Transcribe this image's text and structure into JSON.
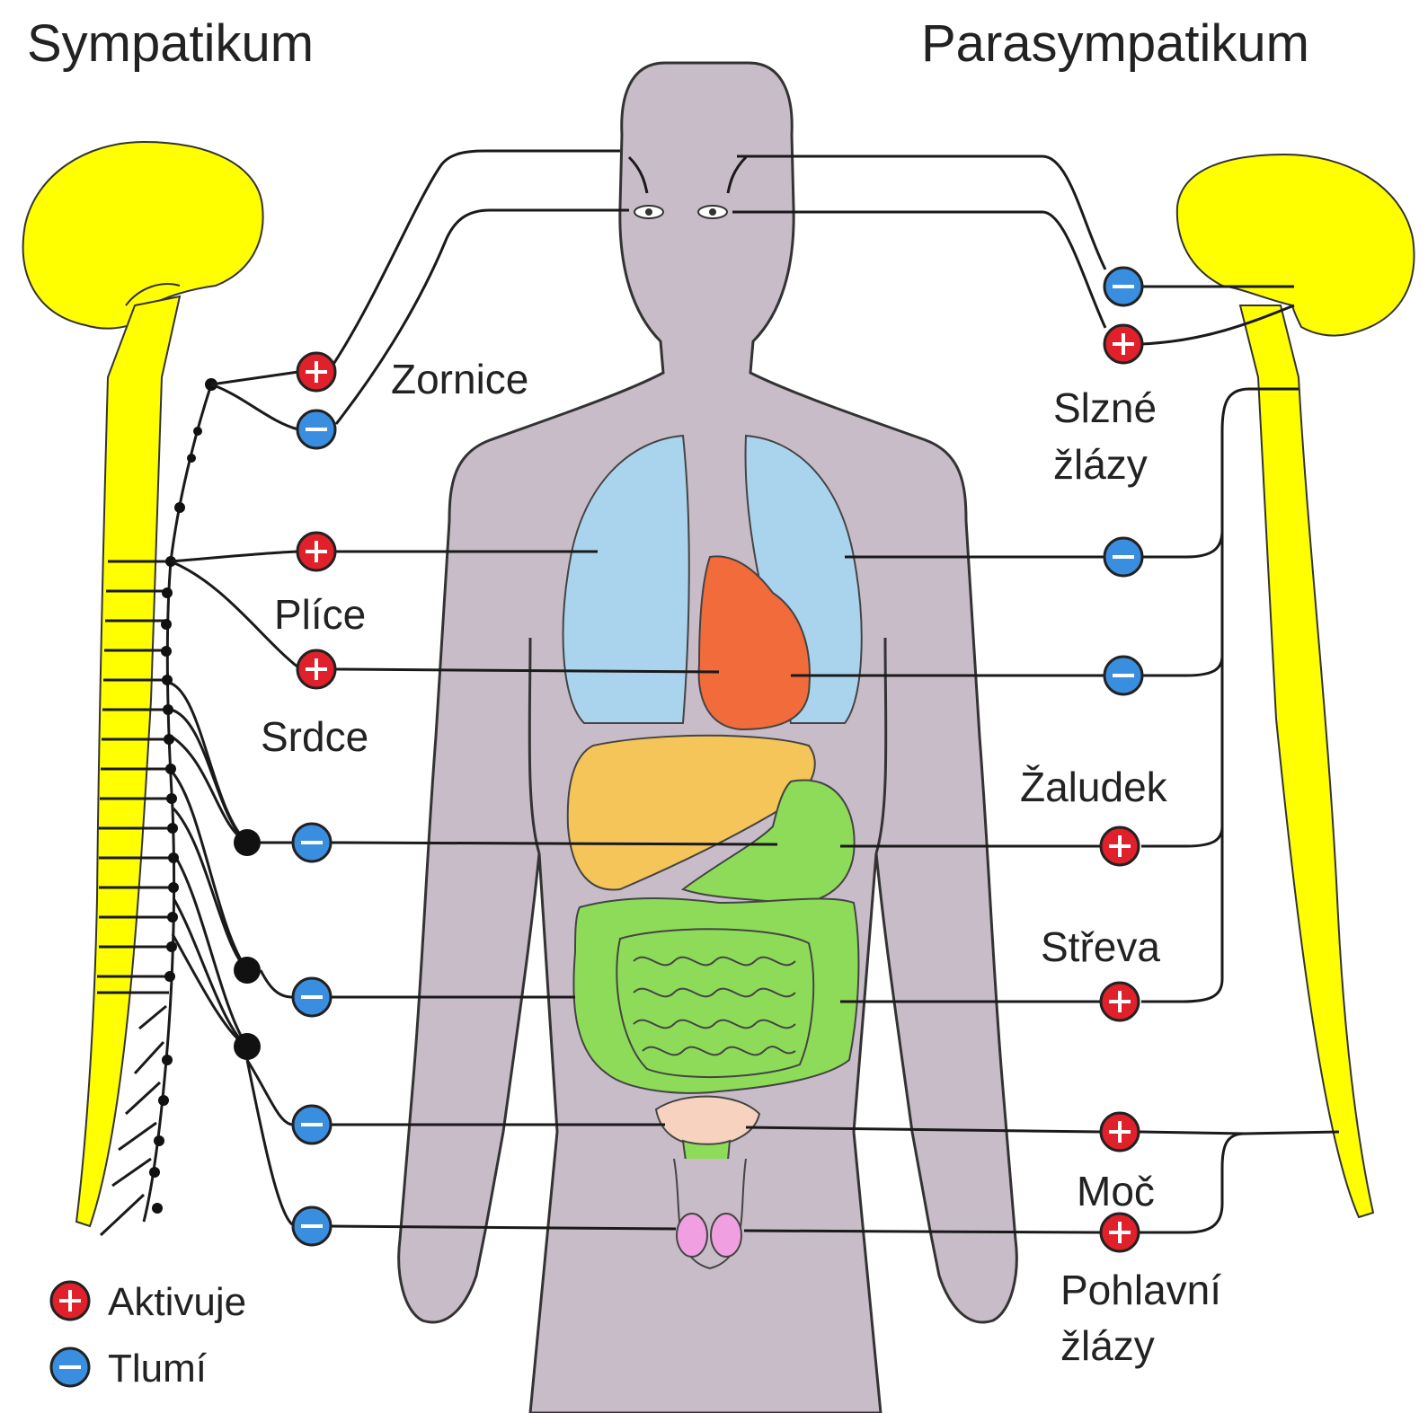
{
  "titles": {
    "sympathetic": "Sympatikum",
    "parasympathetic": "Parasympatikum"
  },
  "labels": {
    "pupils": "Zornice",
    "tear_glands_1": "Slzné",
    "tear_glands_2": "žlázy",
    "lungs": "Plíce",
    "heart": "Srdce",
    "stomach": "Žaludek",
    "intestines": "Střeva",
    "urine": "Moč",
    "genitals_1": "Pohlavní",
    "genitals_2": "žlázy"
  },
  "legend": {
    "activates": "Aktivuje",
    "inhibits": "Tlumí"
  },
  "colors": {
    "nervous_system": "#ffff00",
    "body": "#c9bcc9",
    "lungs": "#aad4ee",
    "heart": "#f26b3a",
    "liver": "#f5c55a",
    "digestive": "#8edb5a",
    "bladder": "#f6d2bf",
    "gonads": "#f0a0e0",
    "activate": "#e0202a",
    "inhibit": "#3a8ee0"
  },
  "connections": {
    "sympathetic": [
      {
        "organ": "pupils",
        "effect": "activate"
      },
      {
        "organ": "tear glands",
        "effect": "inhibit"
      },
      {
        "organ": "lungs",
        "effect": "activate"
      },
      {
        "organ": "heart",
        "effect": "activate"
      },
      {
        "organ": "stomach",
        "effect": "inhibit"
      },
      {
        "organ": "intestines",
        "effect": "inhibit"
      },
      {
        "organ": "urine",
        "effect": "inhibit"
      },
      {
        "organ": "genitals",
        "effect": "inhibit"
      }
    ],
    "parasympathetic": [
      {
        "organ": "pupils",
        "effect": "inhibit"
      },
      {
        "organ": "tear glands",
        "effect": "activate"
      },
      {
        "organ": "lungs",
        "effect": "inhibit"
      },
      {
        "organ": "heart",
        "effect": "inhibit"
      },
      {
        "organ": "stomach",
        "effect": "activate"
      },
      {
        "organ": "intestines",
        "effect": "activate"
      },
      {
        "organ": "urine",
        "effect": "activate"
      },
      {
        "organ": "genitals",
        "effect": "activate"
      }
    ]
  }
}
